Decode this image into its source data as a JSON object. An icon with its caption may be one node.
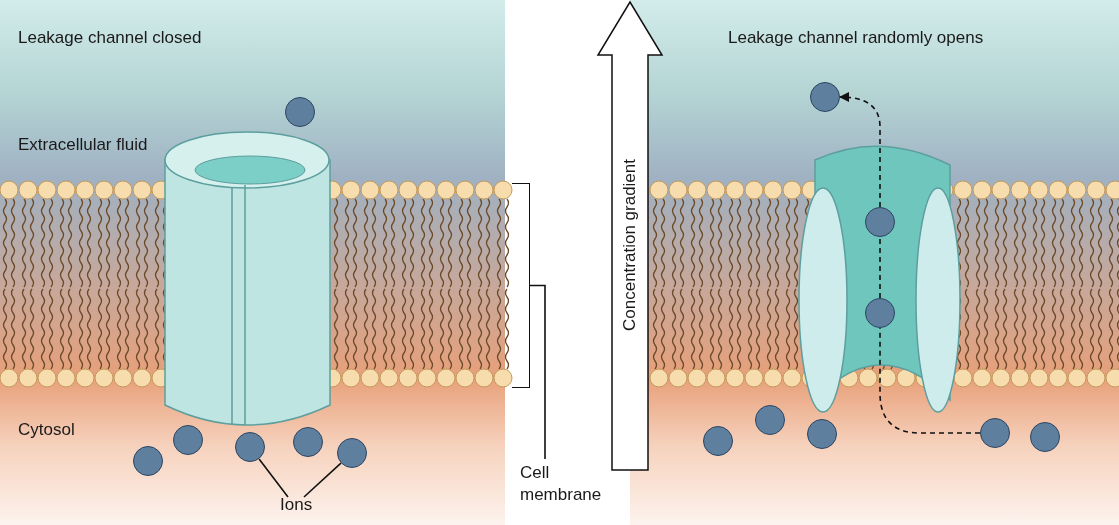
{
  "diagram": {
    "nodes": [
      {
        "text": [
          "Ions"
        ]
      },
      {
        "text": [
          "Cell membrane"
        ]
      },
      {
        "text": [],
        "shape": "circle"
      },
      {
        "text": [],
        "shape": "circle"
      },
      {
        "text": [],
        "shape": "circle"
      },
      {
        "text": [],
        "shape": "circle"
      },
      {
        "text": [],
        "shape": "circle"
      },
      {
        "text": [],
        "shape": "circle"
      },
      {
        "text": [],
        "shape": "circle"
      },
      {
        "text": [],
        "shape": "circle"
      },
      {
        "text": [],
        "shape": "circle"
      },
      {
        "text": [],
        "shape": "circle"
      },
      {
        "text": [],
        "shape": "circle"
      },
      {
        "text": [],
        "shape": "circle"
      },
      {
        "text": [],
        "shape": "circle"
      },
      {
        "text": [],
        "shape": "circle"
      },
      {
        "text": [],
        "shape": "bracket"
      }
    ],
    "edges": [
      {
        "from": 0,
        "to": 4,
        "arrow": "none"
      },
      {
        "from": 0,
        "to": 7,
        "arrow": "none"
      },
      {
        "from": 1,
        "to": 16,
        "arrow": "none"
      },
      {
        "from": 14,
        "to": 13,
        "arrow": "none",
        "style": "dashed"
      },
      {
        "from": 13,
        "to": 12,
        "arrow": "none",
        "style": "dashed"
      },
      {
        "from": 12,
        "to": 11,
        "arrow": "to",
        "style": "dashed"
      }
    ],
    "labels": [
      "Leakage channel closed",
      "Leakage channel randomly opens",
      "Extracellular fluid",
      "Concentration gradient",
      "Cytosol"
    ]
  }
}
